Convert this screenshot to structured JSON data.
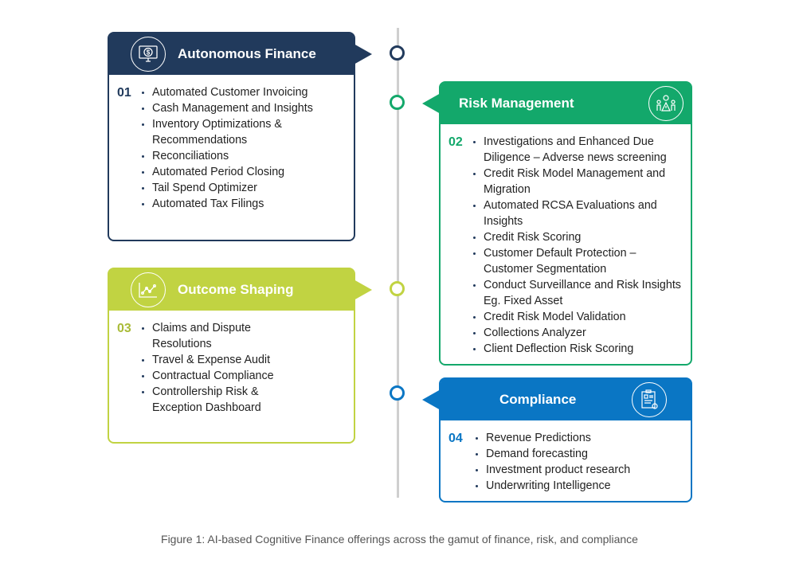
{
  "colors": {
    "finance": "#213a5c",
    "risk": "#13a86b",
    "outcome": "#c1d342",
    "compliance": "#0a76c4"
  },
  "sections": [
    {
      "number": "01",
      "title": "Autonomous Finance",
      "icon": "monitor-dollar-icon",
      "items": [
        "Automated Customer Invoicing",
        "Cash Management and Insights",
        "Inventory Optimizations & Recommendations",
        "Reconciliations",
        "Automated Period Closing",
        "Tail Spend Optimizer",
        "Automated Tax Filings"
      ]
    },
    {
      "number": "02",
      "title": "Risk Management",
      "icon": "risk-network-icon",
      "items": [
        "Investigations and Enhanced Due Diligence – Adverse news screening",
        "Credit Risk Model Management and Migration",
        "Automated RCSA Evaluations and Insights",
        "Credit Risk Scoring",
        "Customer Default Protection – Customer Segmentation",
        "Conduct Surveillance and Risk Insights Eg. Fixed Asset",
        "Credit Risk Model Validation",
        "Collections Analyzer",
        "Client Deflection Risk Scoring"
      ]
    },
    {
      "number": "03",
      "title": "Outcome Shaping",
      "icon": "line-chart-icon",
      "items": [
        "Claims and Dispute Resolutions",
        "Travel & Expense Audit",
        "Contractual Compliance",
        "Controllership Risk & Exception Dashboard"
      ]
    },
    {
      "number": "04",
      "title": "Compliance",
      "icon": "clipboard-document-icon",
      "items": [
        "Revenue Predictions",
        "Demand forecasting",
        "Investment product research",
        "Underwriting Intelligence"
      ]
    }
  ],
  "caption": "Figure 1: AI-based Cognitive Finance offerings across the gamut of finance, risk, and compliance"
}
